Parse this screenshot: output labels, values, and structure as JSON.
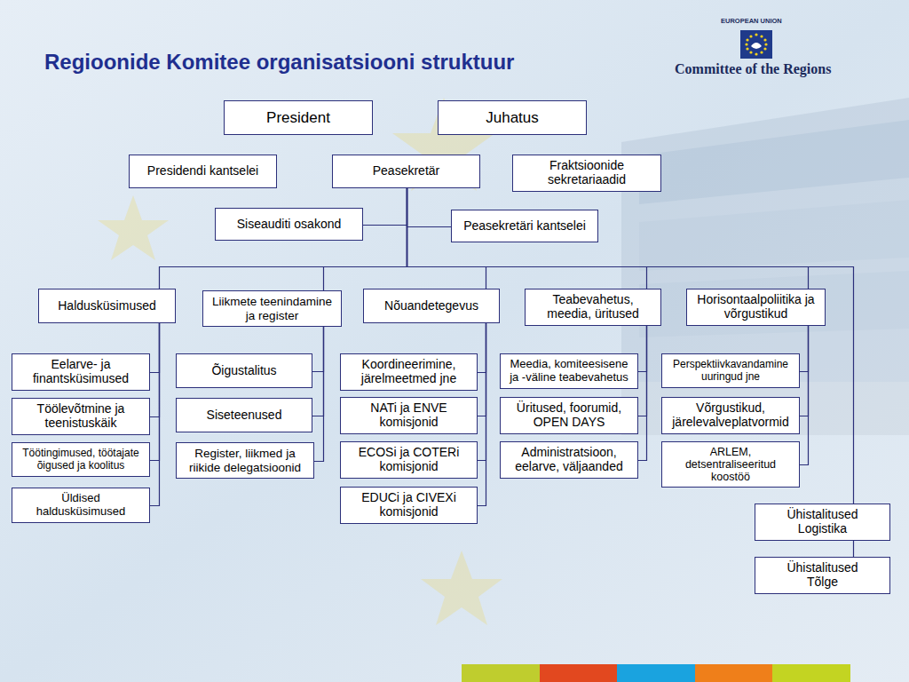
{
  "diagram": {
    "title": "Regioonide Komitee organisatsiooni struktuur",
    "nodes": [
      {
        "text": [
          "President"
        ]
      },
      {
        "text": [
          "Juhatus"
        ]
      },
      {
        "text": [
          "Presidendi kantselei"
        ]
      },
      {
        "text": [
          "Peasekretär"
        ]
      },
      {
        "text": [
          "Fraktsioonide sekretariaadid"
        ]
      },
      {
        "text": [
          "Siseauditi osakond"
        ]
      },
      {
        "text": [
          "Peasekretäri kantselei"
        ]
      },
      {
        "text": [
          "Haldusküsimused"
        ]
      },
      {
        "text": [
          "Liikmete teenindamine ja register"
        ]
      },
      {
        "text": [
          "Nõuandetegevus"
        ]
      },
      {
        "text": [
          "Teabevahetus, meedia, üritused"
        ]
      },
      {
        "text": [
          "Horisontaalpoliitika ja võrgustikud"
        ]
      },
      {
        "text": [
          "Eelarve- ja finantsküsimused"
        ]
      },
      {
        "text": [
          "Õigustalitus"
        ]
      },
      {
        "text": [
          "Koordineerimine, järelmeetmed jne"
        ]
      },
      {
        "text": [
          "Meedia, komiteesisene ja -väline teabevahetus"
        ]
      },
      {
        "text": [
          "Perspektiivkavandamine uuringud jne"
        ]
      },
      {
        "text": [
          "Töölevõtmine ja teenistuskäik"
        ]
      },
      {
        "text": [
          "Siseteenused"
        ]
      },
      {
        "text": [
          "NATi ja ENVE komisjonid"
        ]
      },
      {
        "text": [
          "Üritused, foorumid, OPEN DAYS"
        ]
      },
      {
        "text": [
          "Võrgustikud, järelevalveplatvormid"
        ]
      },
      {
        "text": [
          "Töötingimused, töötajate õigused ja koolitus"
        ]
      },
      {
        "text": [
          "Register, liikmed ja riikide delegatsioonid"
        ]
      },
      {
        "text": [
          "ECOSi ja COTERi komisjonid"
        ]
      },
      {
        "text": [
          "Administratsioon, eelarve, väljaanded"
        ]
      },
      {
        "text": [
          "ARLEM, detsentraliseeritud koostöö"
        ]
      },
      {
        "text": [
          "Üldised haldusküsimused"
        ]
      },
      {
        "text": [
          "EDUCi ja CIVEXi komisjonid"
        ]
      },
      {
        "text": [
          "Ühistalitused Logistika"
        ]
      },
      {
        "text": [
          "Ühistalitused Tõlge"
        ]
      }
    ],
    "edges": [
      {
        "from": 3,
        "to": 5,
        "arrow": "none"
      },
      {
        "from": 3,
        "to": 6,
        "arrow": "none"
      },
      {
        "from": 3,
        "to": 7,
        "arrow": "none"
      },
      {
        "from": 3,
        "to": 8,
        "arrow": "none"
      },
      {
        "from": 3,
        "to": 9,
        "arrow": "none"
      },
      {
        "from": 3,
        "to": 10,
        "arrow": "none"
      },
      {
        "from": 3,
        "to": 11,
        "arrow": "none"
      },
      {
        "from": 3,
        "to": 29,
        "arrow": "none"
      },
      {
        "from": 29,
        "to": 30,
        "arrow": "none"
      },
      {
        "from": 7,
        "to": 12,
        "arrow": "none"
      },
      {
        "from": 7,
        "to": 17,
        "arrow": "none"
      },
      {
        "from": 7,
        "to": 22,
        "arrow": "none"
      },
      {
        "from": 7,
        "to": 27,
        "arrow": "none"
      },
      {
        "from": 8,
        "to": 13,
        "arrow": "none"
      },
      {
        "from": 8,
        "to": 18,
        "arrow": "none"
      },
      {
        "from": 8,
        "to": 23,
        "arrow": "none"
      },
      {
        "from": 9,
        "to": 14,
        "arrow": "none"
      },
      {
        "from": 9,
        "to": 19,
        "arrow": "none"
      },
      {
        "from": 9,
        "to": 24,
        "arrow": "none"
      },
      {
        "from": 9,
        "to": 28,
        "arrow": "none"
      },
      {
        "from": 10,
        "to": 15,
        "arrow": "none"
      },
      {
        "from": 10,
        "to": 20,
        "arrow": "none"
      },
      {
        "from": 10,
        "to": 25,
        "arrow": "none"
      },
      {
        "from": 11,
        "to": 16,
        "arrow": "none"
      },
      {
        "from": 11,
        "to": 21,
        "arrow": "none"
      },
      {
        "from": 11,
        "to": 26,
        "arrow": "none"
      }
    ],
    "labels": [
      "EUROPEAN UNION",
      "Committee of the Regions"
    ]
  }
}
